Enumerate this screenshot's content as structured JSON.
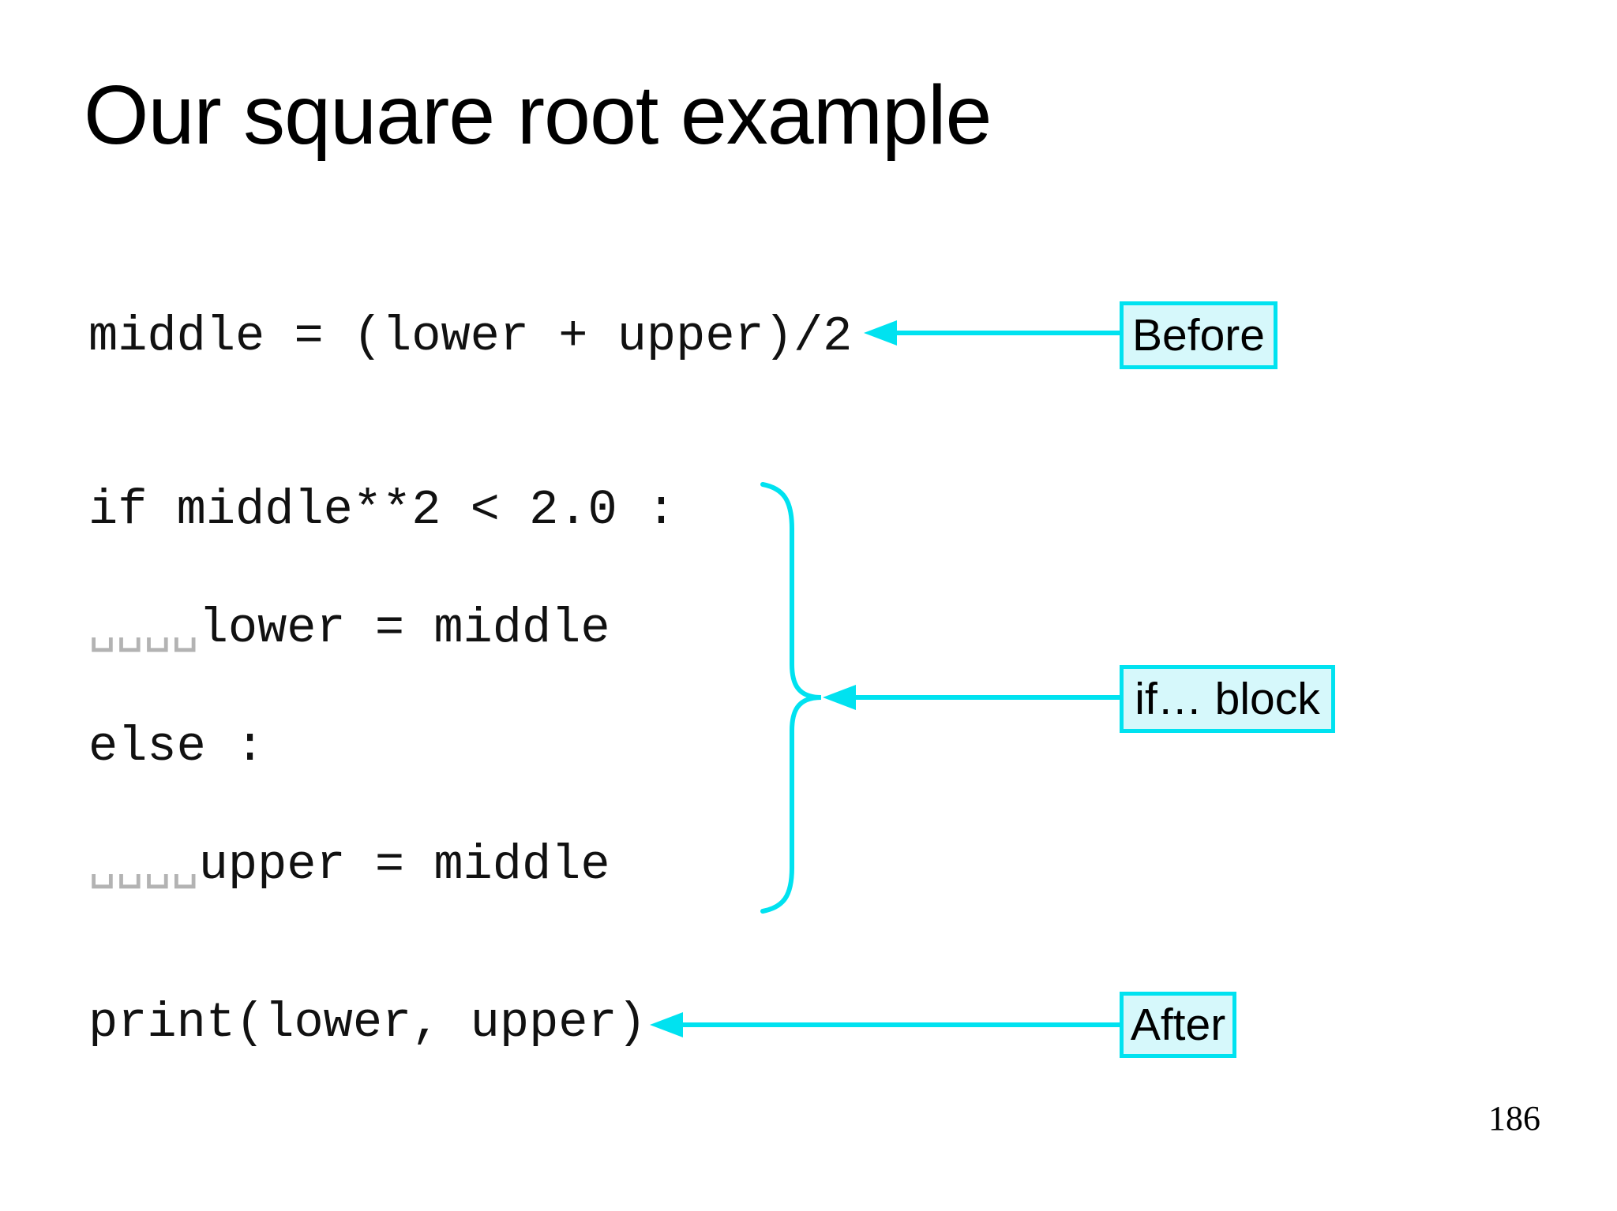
{
  "slide": {
    "title": "Our square root example",
    "page_number": "186"
  },
  "code": {
    "lines": [
      {
        "indent": "",
        "text": "middle = (lower + upper)/2"
      },
      {
        "indent": "",
        "text": "if middle**2 < 2.0 :"
      },
      {
        "indent": "␣␣␣␣",
        "text": "lower = middle"
      },
      {
        "indent": "",
        "text": "else :"
      },
      {
        "indent": "␣␣␣␣",
        "text": "upper = middle"
      },
      {
        "indent": "",
        "text": "print(lower, upper)"
      }
    ],
    "indent_marker_meaning": "space-indicator-open-box"
  },
  "annotations": {
    "before": {
      "label": "Before"
    },
    "if_block": {
      "label": "if… block"
    },
    "after": {
      "label": "After"
    }
  },
  "colors": {
    "accent_cyan": "#00e2f0",
    "callout_fill": "#d6f8fb",
    "indent_marker_gray": "#b3b3b3",
    "text_black": "#000000"
  }
}
